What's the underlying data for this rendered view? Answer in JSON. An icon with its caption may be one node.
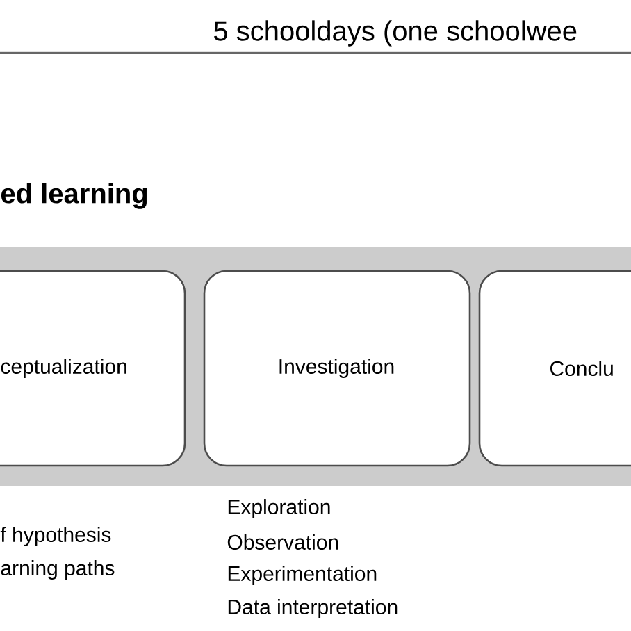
{
  "diagram": {
    "title": "ed learning",
    "nodes": [
      {
        "text": [],
        "shape": "bar"
      },
      {
        "text": [
          "ceptualization"
        ],
        "in": 0
      },
      {
        "text": [
          "Investigation"
        ],
        "in": 0
      },
      {
        "text": [
          "Conclu"
        ],
        "in": 0
      }
    ],
    "labels": [
      "5 schooldays (one schoolwee",
      "f hypothesis",
      "arning paths",
      "Exploration",
      "Observation",
      "Experimentation",
      "Data interpretation"
    ]
  }
}
